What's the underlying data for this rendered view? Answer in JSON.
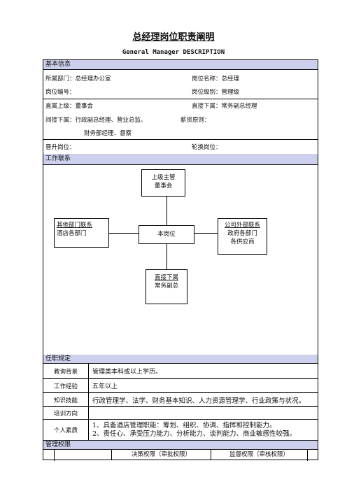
{
  "document": {
    "title": "总经理岗位职责阐明",
    "subtitle": "General Manager DESCRIPTION"
  },
  "basic_info": {
    "header": "基本信息",
    "dept": "所属部门：总经理办公室",
    "position_name": "岗位名称：总经理",
    "position_no": "岗位编号：",
    "position_level": "岗位级别：管理级",
    "direct_superior": "直属上级：董事会",
    "direct_subordinate": "直接下属：常务副总经理",
    "indirect_subordinate_line1": "间接下属：行政副总经理、营业总监、",
    "indirect_subordinate_line2": "财务部经理、督察",
    "salary_principle": "薪资原则：",
    "promotion": "晋升岗位：",
    "rotation": "轮换岗位："
  },
  "work_relations": {
    "header": "工作联系",
    "superior_title": "上级主管",
    "superior_name": "董事会",
    "center": "本岗位",
    "other_dept_title": "其他部门联系",
    "other_dept_name": "酒店各部门",
    "external_title": "公司外部联系",
    "external_line1": "政府各部门",
    "external_line2": "各供应商",
    "subordinate_title": "直接下属",
    "subordinate_name": "常务副总"
  },
  "requirements": {
    "header": "任职规定",
    "rows": [
      {
        "label": "教询背景",
        "value": "管理类本科或以上学历。"
      },
      {
        "label": "工作经验",
        "value": "五年以上"
      },
      {
        "label": "知识技能",
        "value": "行政管理学、法学、财务基本知识、人力资源管理学、行业政策与状况。"
      },
      {
        "label": "培训方向",
        "value": ""
      },
      {
        "label": "个人素质",
        "line1": "1、具备酒店管理职能：筹划、组织、协调、指挥和控制能力。",
        "line2": "2、责任心、承受压力能力、分析能力、谈判能力、商业敏感性较强。"
      }
    ]
  },
  "authority": {
    "header": "管理权限",
    "col1": "决策权限（审批权限）",
    "col2": "监督权限（审核权限）"
  }
}
